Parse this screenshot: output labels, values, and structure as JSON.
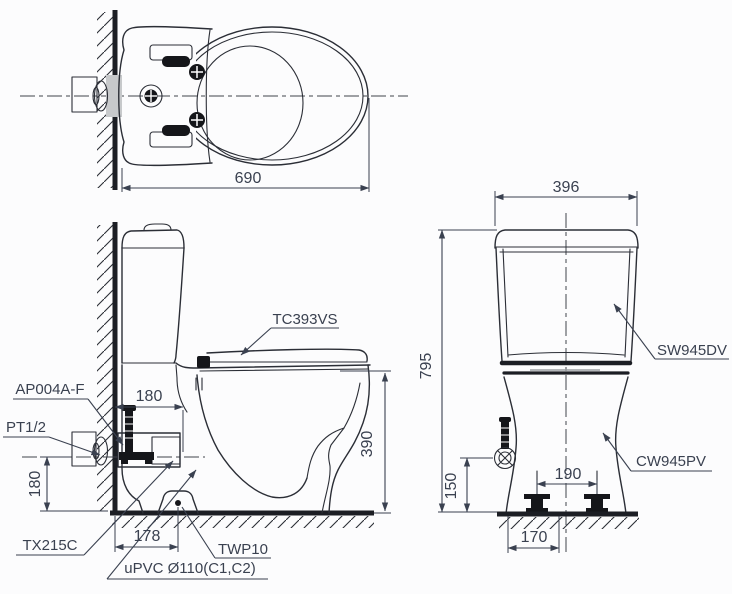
{
  "top_view": {
    "width_dim": "690"
  },
  "side_view": {
    "seat_label": "TC393VS",
    "inlet_label": "AP004A-F",
    "thread_label": "PT1/2",
    "valve_label": "TX215C",
    "drain_label": "TWP10",
    "pipe_label": "uPVC Ø110(C1,C2)",
    "inlet_depth_dim": "180",
    "inlet_height_dim": "180",
    "trap_dist_dim": "178",
    "rim_height_dim": "390"
  },
  "front_view": {
    "tank_label": "SW945DV",
    "bowl_label": "CW945PV",
    "tank_width_dim": "396",
    "total_height_dim": "795",
    "supply_height_dim": "150",
    "bolt_spacing_dim": "190",
    "base_offset_dim": "170"
  },
  "colors": {
    "line": "#2b2e36",
    "text": "#3a4150",
    "wall_fill": "#c7c9cb",
    "background": "#fcfcfd"
  }
}
